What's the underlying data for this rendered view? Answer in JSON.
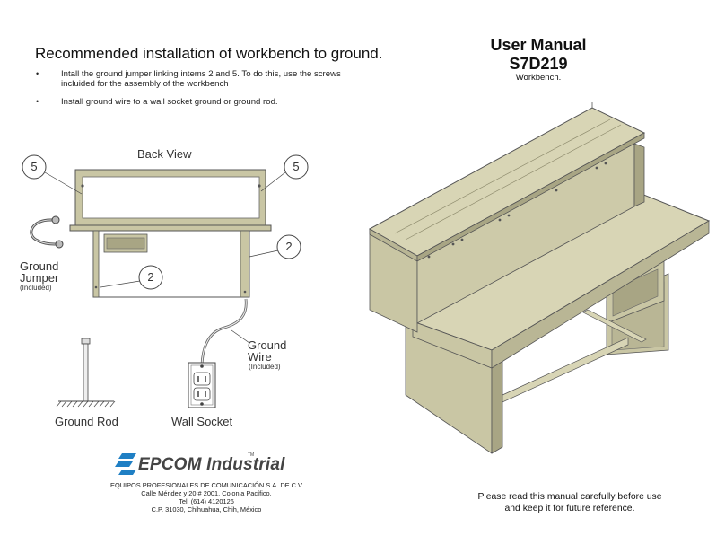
{
  "header": {
    "heading": "Recommended installation of workbench to ground.",
    "bullets": [
      "Intall the ground jumper linking intems 2 and 5. To do this, use the screws incluided for the assembly of the workbench",
      "Install ground wire to a wall socket ground or ground rod."
    ]
  },
  "title_block": {
    "title": "User Manual",
    "model": "S7D219",
    "subtitle": "Workbench."
  },
  "diagram": {
    "back_view_label": "Back View",
    "callout_5": "5",
    "callout_2": "2",
    "ground_jumper_label_1": "Ground",
    "ground_jumper_label_2": "Jumper",
    "ground_jumper_note": "(Included)",
    "ground_wire_label_1": "Ground",
    "ground_wire_label_2": "Wire",
    "ground_wire_note": "(Included)",
    "ground_rod_label": "Ground Rod",
    "wall_socket_label": "Wall Socket"
  },
  "company": {
    "logo_text": "EPCOM Industrial",
    "logo_tm": "TM",
    "address_lines": [
      "EQUIPOS PROFESIONALES DE COMUNICACIÓN S.A. DE C.V",
      "Calle Méndez y 20 # 2001, Colonia Pacífico,",
      "Tel. (614) 4120126",
      "C.P. 31030, Chihuahua, Chih, México"
    ]
  },
  "notice": {
    "line1": "Please read this manual carefully before use",
    "line2": "and keep it for future reference."
  },
  "colors": {
    "panel": "#c9c6a4",
    "panel_light": "#d8d5b5",
    "panel_dark": "#a8a584",
    "logo_blue": "#1f7fc4"
  }
}
